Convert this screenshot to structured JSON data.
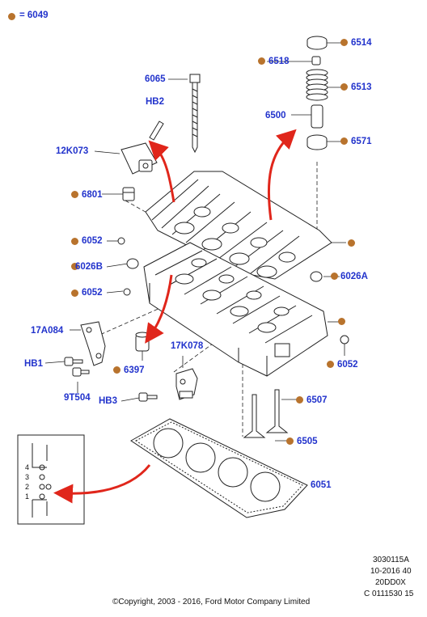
{
  "legend": {
    "symbol_color": "#b8732d",
    "text": "= 6049"
  },
  "parts": {
    "p6514": "6514",
    "p6518": "6518",
    "p6513": "6513",
    "p6500": "6500",
    "p6571": "6571",
    "p6065": "6065",
    "pHB2": "HB2",
    "p12K073": "12K073",
    "p6801": "6801",
    "p6052a": "6052",
    "p6026B": "6026B",
    "p6052b": "6052",
    "p6026A": "6026A",
    "p6052c": "6052",
    "p17A084": "17A084",
    "pHB1": "HB1",
    "p9T504": "9T504",
    "p6397": "6397",
    "p17K078": "17K078",
    "pHB3": "HB3",
    "p6507": "6507",
    "p6505": "6505",
    "p6051": "6051"
  },
  "inset_pins": [
    "4",
    "3",
    "2",
    "1"
  ],
  "footer": {
    "ref1": "3030115A",
    "ref2": "10-2016 40",
    "ref3": "20DD0X",
    "ref4": "C 0111530 15",
    "copyright": "©Copyright, 2003 - 2016, Ford Motor Company Limited"
  },
  "colors": {
    "label": "#2233cc",
    "callout_dot": "#b8732d",
    "arrow": "#e0261b",
    "line": "#222222"
  }
}
